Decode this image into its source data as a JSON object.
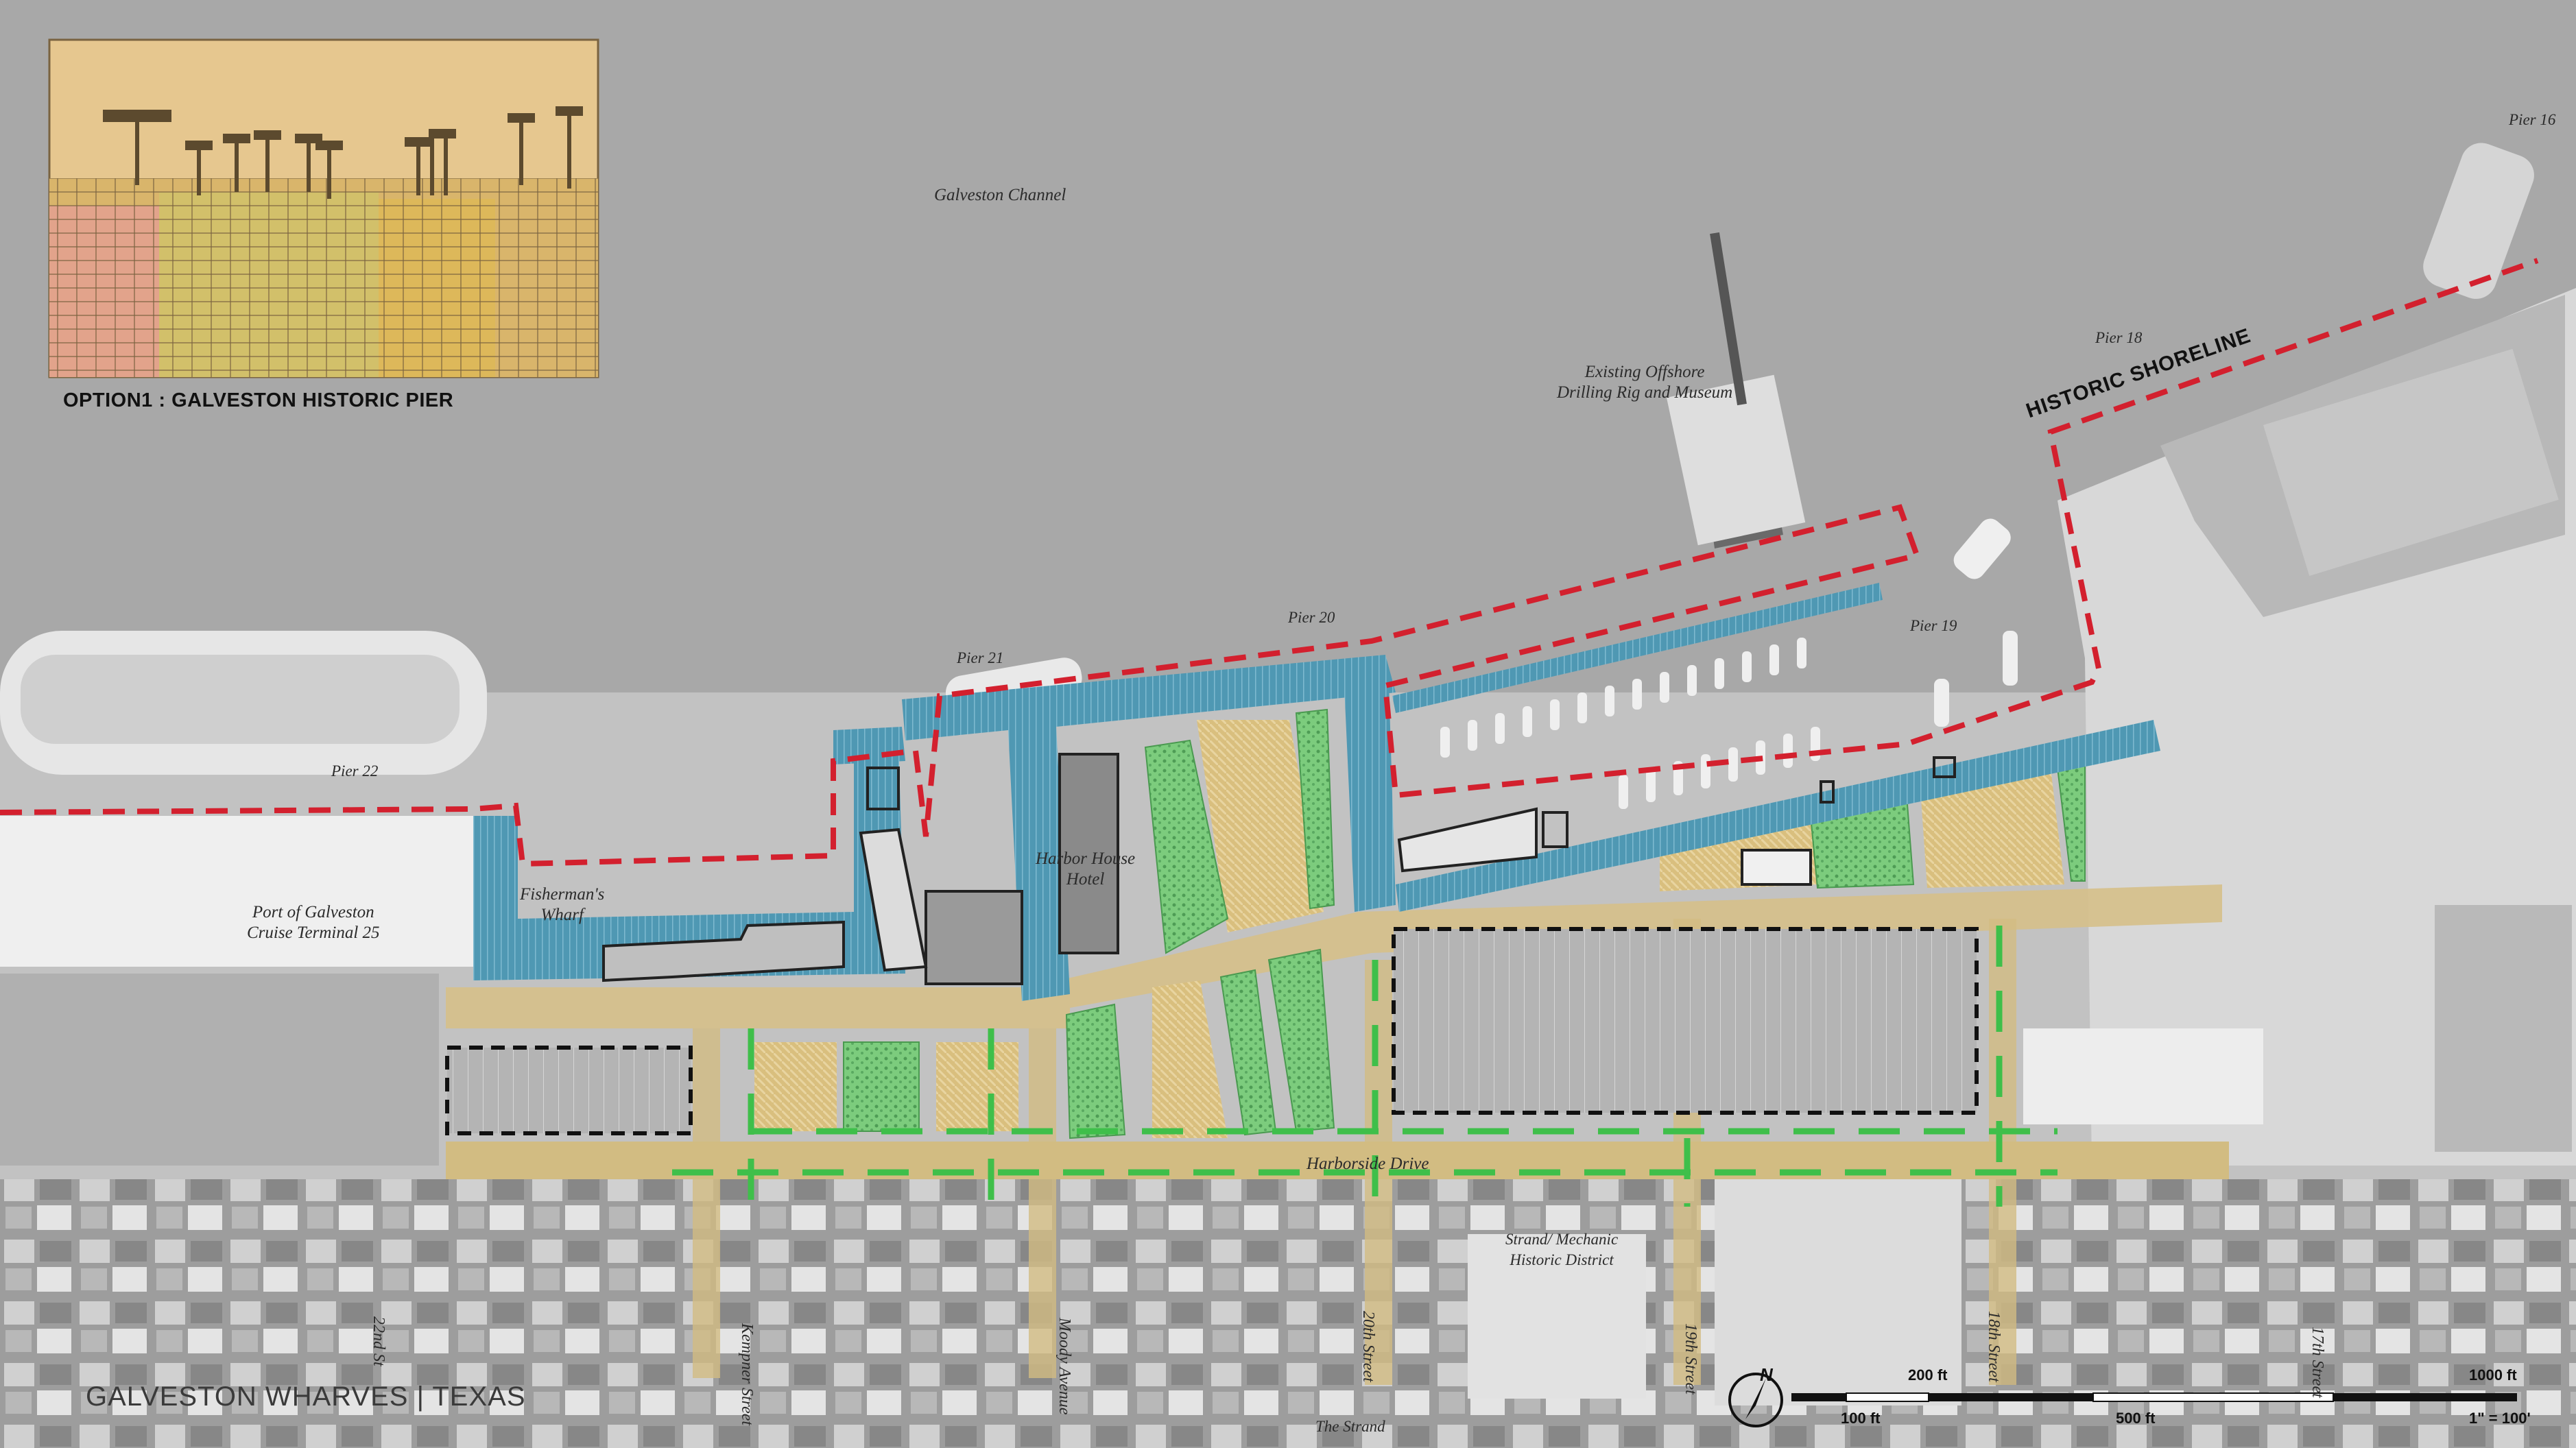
{
  "title": "GALVESTON WHARVES | TEXAS",
  "historic_map": {
    "caption": "OPTION1 : GALVESTON HISTORIC PIER"
  },
  "historic_shoreline_label": "HISTORIC SHORELINE",
  "labels": {
    "galveston_channel": "Galveston Channel",
    "pier16": "Pier 16",
    "pier18": "Pier 18",
    "pier19": "Pier 19",
    "pier20": "Pier 20",
    "pier21": "Pier 21",
    "pier22": "Pier 22",
    "rig_line1": "Existing Offshore",
    "rig_line2": "Drilling Rig and Museum",
    "harbor_line1": "Harbor House",
    "harbor_line2": "Hotel",
    "fisher_line1": "Fisherman's",
    "fisher_line2": "Wharf",
    "cruise_line1": "Port of Galveston",
    "cruise_line2": "Cruise Terminal 25",
    "harborside": "Harborside Drive",
    "strand_line1": "Strand/ Mechanic",
    "strand_line2": "Historic District",
    "the_strand": "The Strand",
    "street_22": "22nd St",
    "kempner_line1": "Kempner",
    "kempner_line2": "Street",
    "moody_line1": "Moody",
    "moody_line2": "Avenue",
    "street_20": "20th Street",
    "street_19": "19th Street",
    "street_18": "18th Street",
    "street_17": "17th Street"
  },
  "scale_bar": {
    "labels_top": [
      "200 ft",
      "1000 ft"
    ],
    "labels_bottom": [
      "100 ft",
      "500 ft",
      "1\" = 100'"
    ],
    "north": "N"
  },
  "colors": {
    "water": "#a9a9a9",
    "land": "#c7c7c7",
    "pier_blue": "#4f98b3",
    "green_space": "#7ccc7d",
    "promenade_tan": "#d8c28c",
    "shoreline_red": "#d3202e",
    "path_green": "#3fbf4a"
  }
}
